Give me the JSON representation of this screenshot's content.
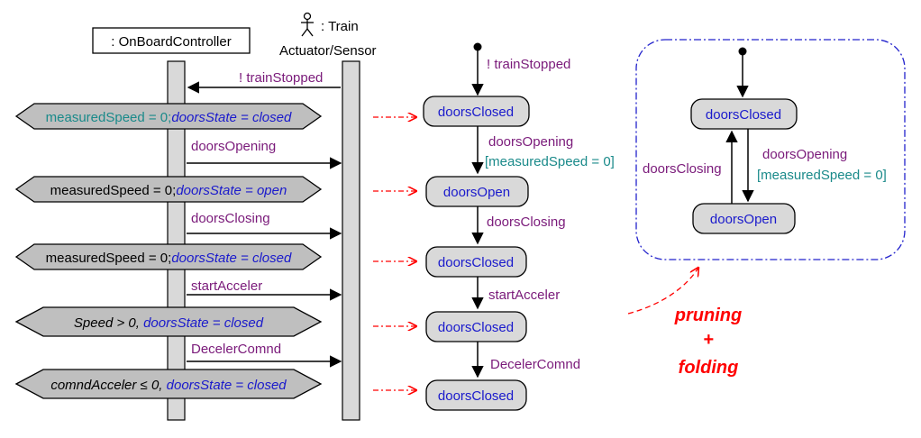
{
  "lifelines": {
    "controller": ": OnBoardController",
    "train_line1": ": Train",
    "train_line2": "Actuator/Sensor"
  },
  "messages": [
    "! trainStopped",
    "doorsOpening",
    "doorsClosing",
    "startAcceler",
    "DecelerComnd"
  ],
  "conditions": [
    {
      "part1": "measuredSpeed = 0;",
      "part2": "doorsState = closed"
    },
    {
      "part1": "measuredSpeed = 0;",
      "part2": "doorsState = open"
    },
    {
      "part1": "measuredSpeed = 0;",
      "part2": "doorsState = closed"
    },
    {
      "part1": "Speed > 0, ",
      "part2": "doorsState = closed"
    },
    {
      "part1": "comndAcceler ≤ 0, ",
      "part2": "doorsState = closed"
    }
  ],
  "chain": {
    "initial_label": "! trainStopped",
    "states": [
      "doorsClosed",
      "doorsOpen",
      "doorsClosed",
      "doorsClosed",
      "doorsClosed"
    ],
    "transitions": [
      {
        "event": "doorsOpening",
        "guard": "[measuredSpeed = 0]"
      },
      {
        "event": "doorsClosing",
        "guard": ""
      },
      {
        "event": "startAcceler",
        "guard": ""
      },
      {
        "event": "DecelerComnd",
        "guard": ""
      }
    ]
  },
  "folded": {
    "states": [
      "doorsClosed",
      "doorsOpen"
    ],
    "up_label": "doorsClosing",
    "down_event": "doorsOpening",
    "down_guard": "[measuredSpeed = 0]"
  },
  "annotation": {
    "line1": "pruning",
    "line2": "+",
    "line3": "folding"
  }
}
